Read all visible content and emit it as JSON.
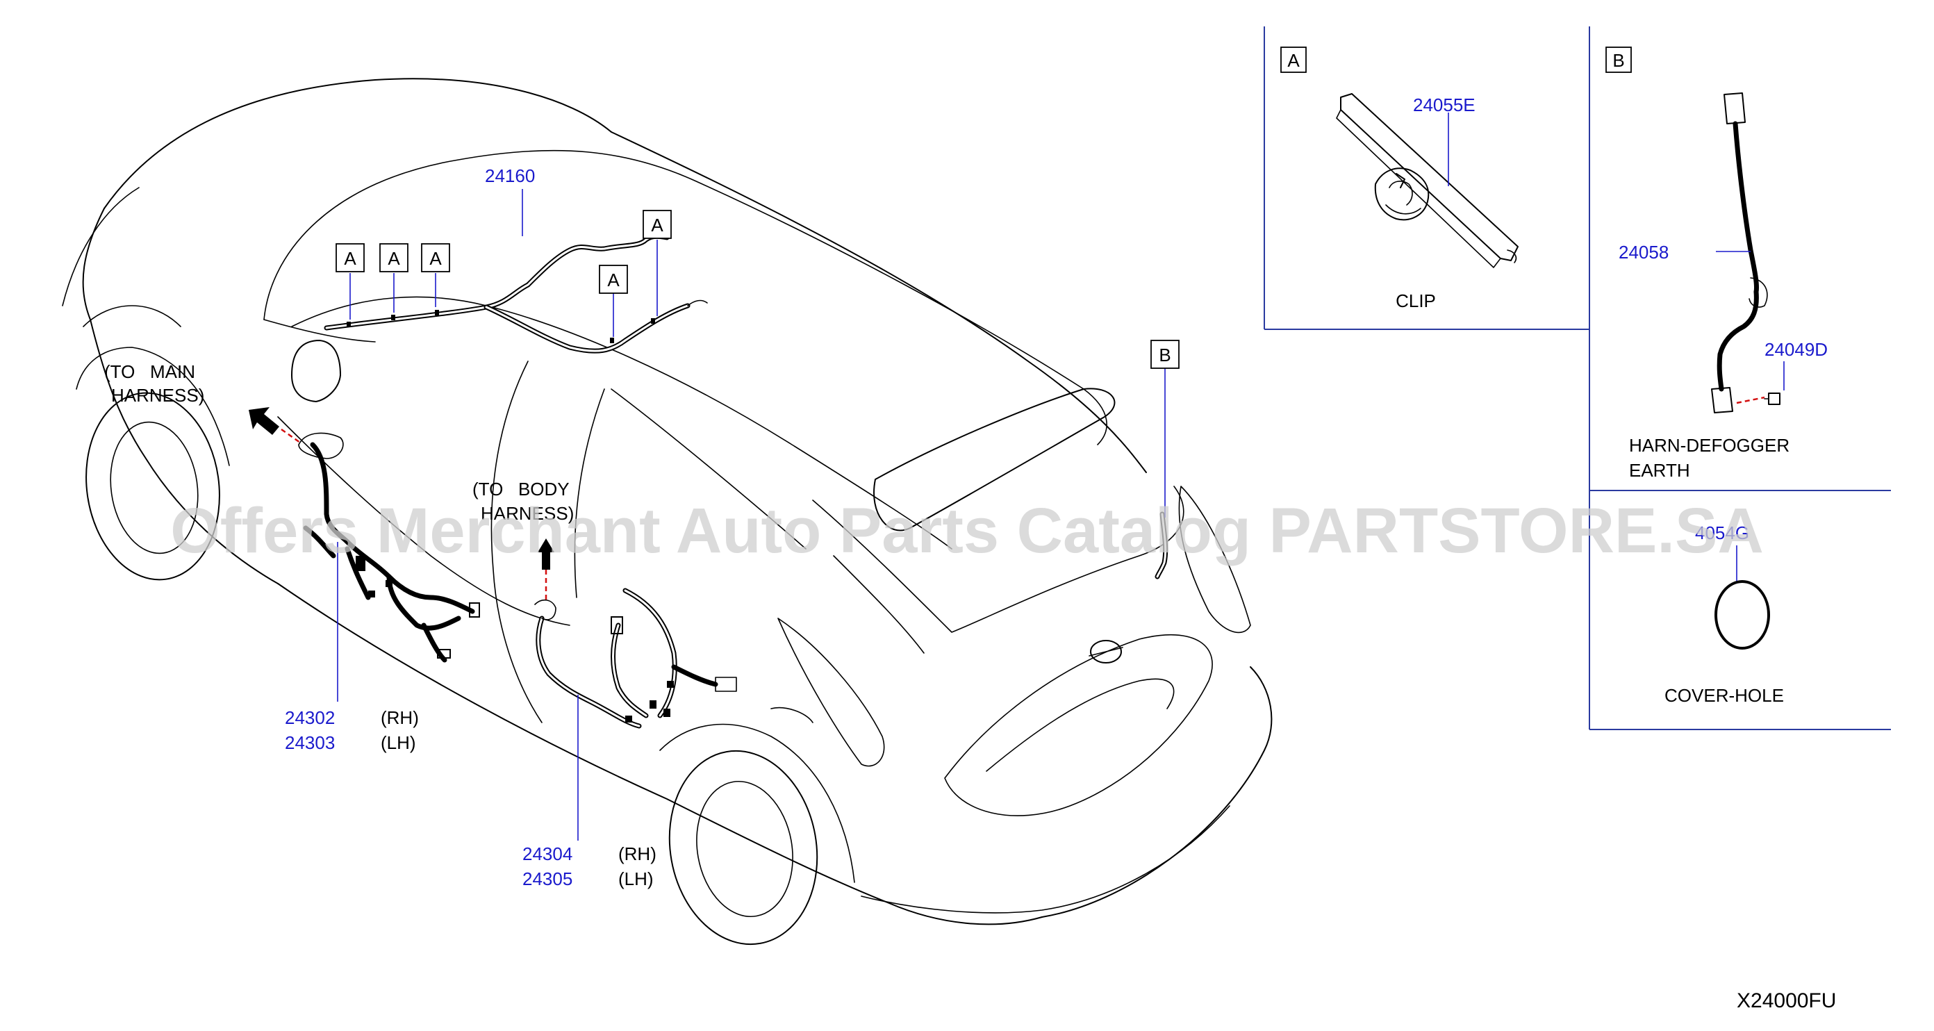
{
  "labels": {
    "to_main_harness_line1": "(TO   MAIN",
    "to_main_harness_line2": "HARNESS)",
    "to_body_harness_line1": "(TO   BODY",
    "to_body_harness_line2": "HARNESS)"
  },
  "part_numbers": {
    "p24160": "24160",
    "p24302": "24302",
    "p24302_side": "(RH)",
    "p24303": "24303",
    "p24303_side": "(LH)",
    "p24304": "24304",
    "p24304_side": "(RH)",
    "p24305": "24305",
    "p24305_side": "(LH)"
  },
  "callouts": {
    "a": "A",
    "b": "B"
  },
  "detail_a": {
    "title": "A",
    "part_number": "24055E",
    "caption": "CLIP"
  },
  "detail_b": {
    "title": "B",
    "part_number_harness": "24058",
    "part_number_bolt": "24049D",
    "caption_line1": "HARN-DEFOGGER",
    "caption_line2": "EARTH"
  },
  "detail_cover": {
    "part_number": "4054G",
    "caption": "COVER-HOLE"
  },
  "diagram_code": "X24000FU",
  "watermark": "Offers Merchant Auto Parts Catalog PARTSTORE.SA",
  "colors": {
    "part_number": "#1a1acc",
    "panel_border": "#2a3aa0",
    "arrow_dash": "#d31010"
  }
}
